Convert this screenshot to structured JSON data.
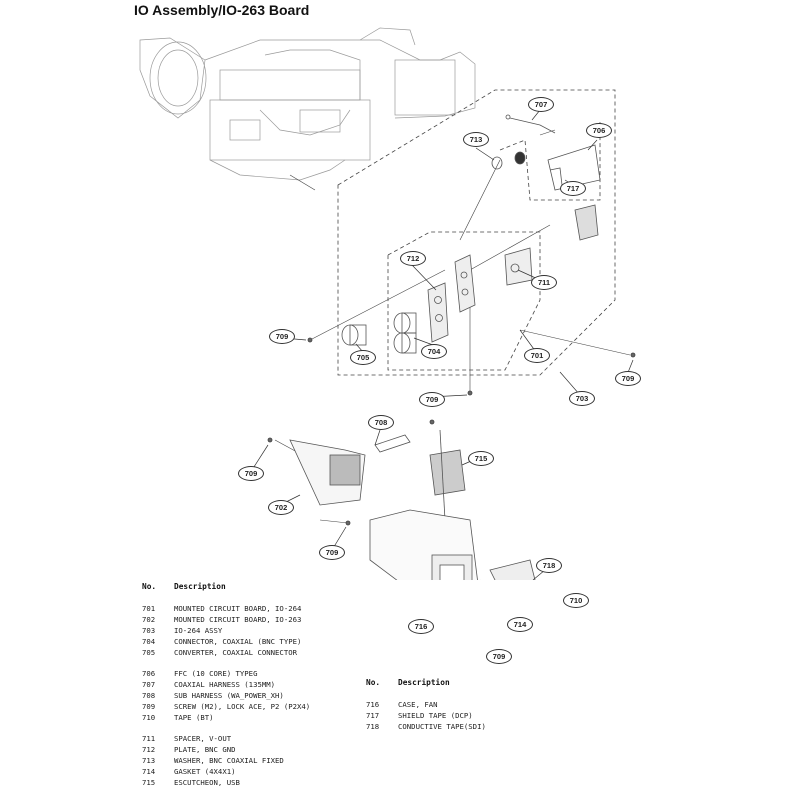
{
  "title": "IO Assembly/IO-263 Board",
  "callouts": {
    "c701": "701",
    "c702": "702",
    "c703": "703",
    "c704": "704",
    "c705": "705",
    "c706": "706",
    "c707": "707",
    "c708": "708",
    "c709a": "709",
    "c709b": "709",
    "c709c": "709",
    "c709d": "709",
    "c709e": "709",
    "c709f": "709",
    "c710": "710",
    "c711": "711",
    "c712": "712",
    "c713": "713",
    "c714": "714",
    "c715": "715",
    "c716": "716",
    "c717": "717",
    "c718": "718"
  },
  "parts_header": {
    "no": "No.",
    "desc": "Description"
  },
  "parts_left": [
    {
      "no": "701",
      "desc": "MOUNTED CIRCUIT BOARD, IO-264"
    },
    {
      "no": "702",
      "desc": "MOUNTED CIRCUIT BOARD, IO-263"
    },
    {
      "no": "703",
      "desc": "IO-264 ASSY"
    },
    {
      "no": "704",
      "desc": "CONNECTOR, COAXIAL (BNC TYPE)"
    },
    {
      "no": "705",
      "desc": "CONVERTER, COAXIAL CONNECTOR"
    },
    {
      "no": "706",
      "desc": "FFC (10 CORE) TYPEG"
    },
    {
      "no": "707",
      "desc": "COAXIAL HARNESS (135MM)"
    },
    {
      "no": "708",
      "desc": "SUB HARNESS (WA_POWER_XH)"
    },
    {
      "no": "709",
      "desc": "SCREW (M2), LOCK ACE, P2 (P2X4)"
    },
    {
      "no": "710",
      "desc": "TAPE (BT)"
    },
    {
      "no": "711",
      "desc": "SPACER, V-OUT"
    },
    {
      "no": "712",
      "desc": "PLATE, BNC GND"
    },
    {
      "no": "713",
      "desc": "WASHER, BNC COAXIAL FIXED"
    },
    {
      "no": "714",
      "desc": "GASKET (4X4X1)"
    },
    {
      "no": "715",
      "desc": "ESCUTCHEON, USB"
    }
  ],
  "parts_right_header": {
    "no": "No.",
    "desc": "Description"
  },
  "parts_right": [
    {
      "no": "716",
      "desc": "CASE, FAN"
    },
    {
      "no": "717",
      "desc": "SHIELD TAPE (DCP)"
    },
    {
      "no": "718",
      "desc": "CONDUCTIVE TAPE(SDI)"
    }
  ]
}
